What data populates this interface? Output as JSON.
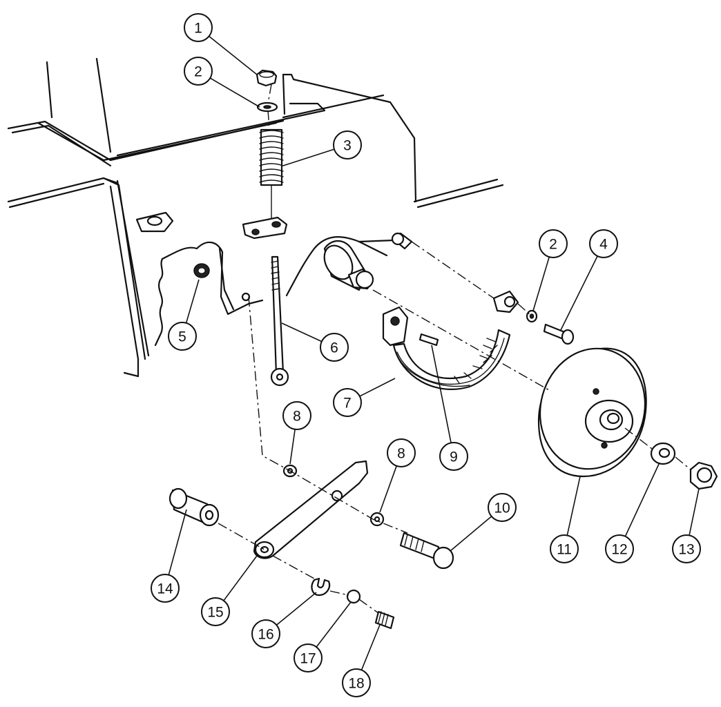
{
  "callouts": [
    {
      "id": "c1",
      "label": "1"
    },
    {
      "id": "c2a",
      "label": "2"
    },
    {
      "id": "c3",
      "label": "3"
    },
    {
      "id": "c2b",
      "label": "2"
    },
    {
      "id": "c4",
      "label": "4"
    },
    {
      "id": "c5",
      "label": "5"
    },
    {
      "id": "c6",
      "label": "6"
    },
    {
      "id": "c7",
      "label": "7"
    },
    {
      "id": "c8a",
      "label": "8"
    },
    {
      "id": "c8b",
      "label": "8"
    },
    {
      "id": "c9",
      "label": "9"
    },
    {
      "id": "c10",
      "label": "10"
    },
    {
      "id": "c11",
      "label": "11"
    },
    {
      "id": "c12",
      "label": "12"
    },
    {
      "id": "c13",
      "label": "13"
    },
    {
      "id": "c14",
      "label": "14"
    },
    {
      "id": "c15",
      "label": "15"
    },
    {
      "id": "c16",
      "label": "16"
    },
    {
      "id": "c17",
      "label": "17"
    },
    {
      "id": "c18",
      "label": "18"
    }
  ]
}
